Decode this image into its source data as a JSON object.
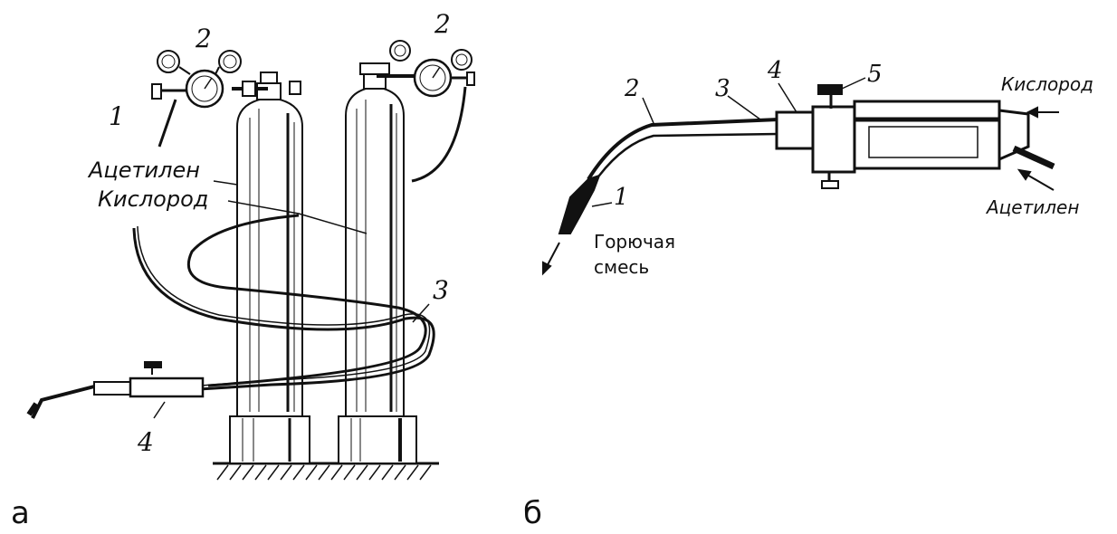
{
  "panel_a": {
    "label": "а",
    "numbers": {
      "n1": "1",
      "n2_left": "2",
      "n2_right": "2",
      "n3": "3",
      "n4": "4"
    },
    "text": {
      "acetylene": "Ацетилен",
      "oxygen": "Кислород"
    }
  },
  "panel_b": {
    "label": "б",
    "numbers": {
      "n1": "1",
      "n2": "2",
      "n3": "3",
      "n4": "4",
      "n5": "5"
    },
    "text": {
      "oxygen": "Кислород",
      "acetylene": "Ацетилен",
      "mixture_line1": "Горючая",
      "mixture_line2": "смесь"
    }
  },
  "colors": {
    "ink": "#111111",
    "background": "#ffffff"
  }
}
